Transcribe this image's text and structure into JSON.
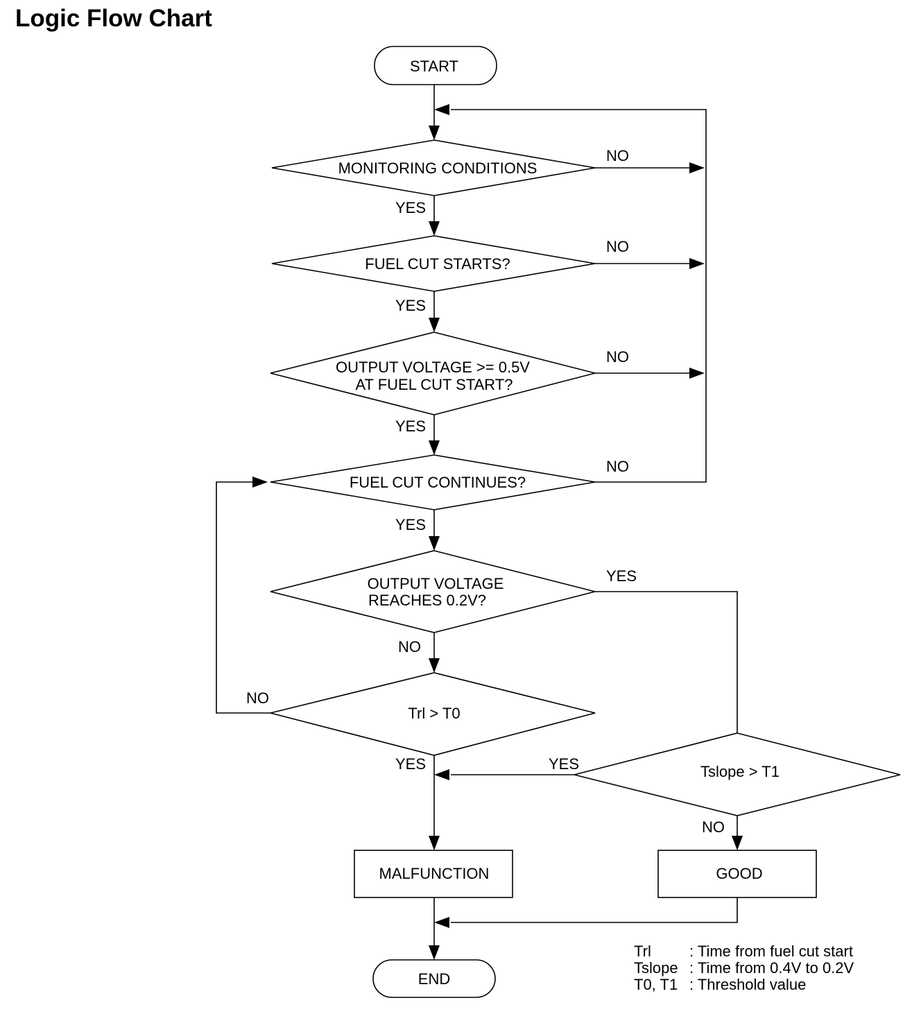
{
  "title": "Logic Flow Chart",
  "nodes": {
    "start": "START",
    "monitoring": "MONITORING CONDITIONS",
    "fuel_cut_starts": "FUEL CUT STARTS?",
    "output_voltage_start_line1": "OUTPUT VOLTAGE >= 0.5V",
    "output_voltage_start_line2": "AT FUEL CUT START?",
    "fuel_cut_continues": "FUEL CUT CONTINUES?",
    "reaches_line1": "OUTPUT VOLTAGE",
    "reaches_line2": "REACHES 0.2V?",
    "trl": "Trl > T0",
    "tslope": "Tslope > T1",
    "malfunction": "MALFUNCTION",
    "good": "GOOD",
    "end": "END"
  },
  "labels": {
    "yes": "YES",
    "no": "NO"
  },
  "legend": [
    {
      "key": "Trl",
      "desc": ": Time from fuel cut start"
    },
    {
      "key": "Tslope",
      "desc": ": Time from 0.4V to 0.2V"
    },
    {
      "key": "T0, T1",
      "desc": ": Threshold value"
    }
  ],
  "colors": {
    "line": "#000000",
    "background": "#ffffff"
  }
}
